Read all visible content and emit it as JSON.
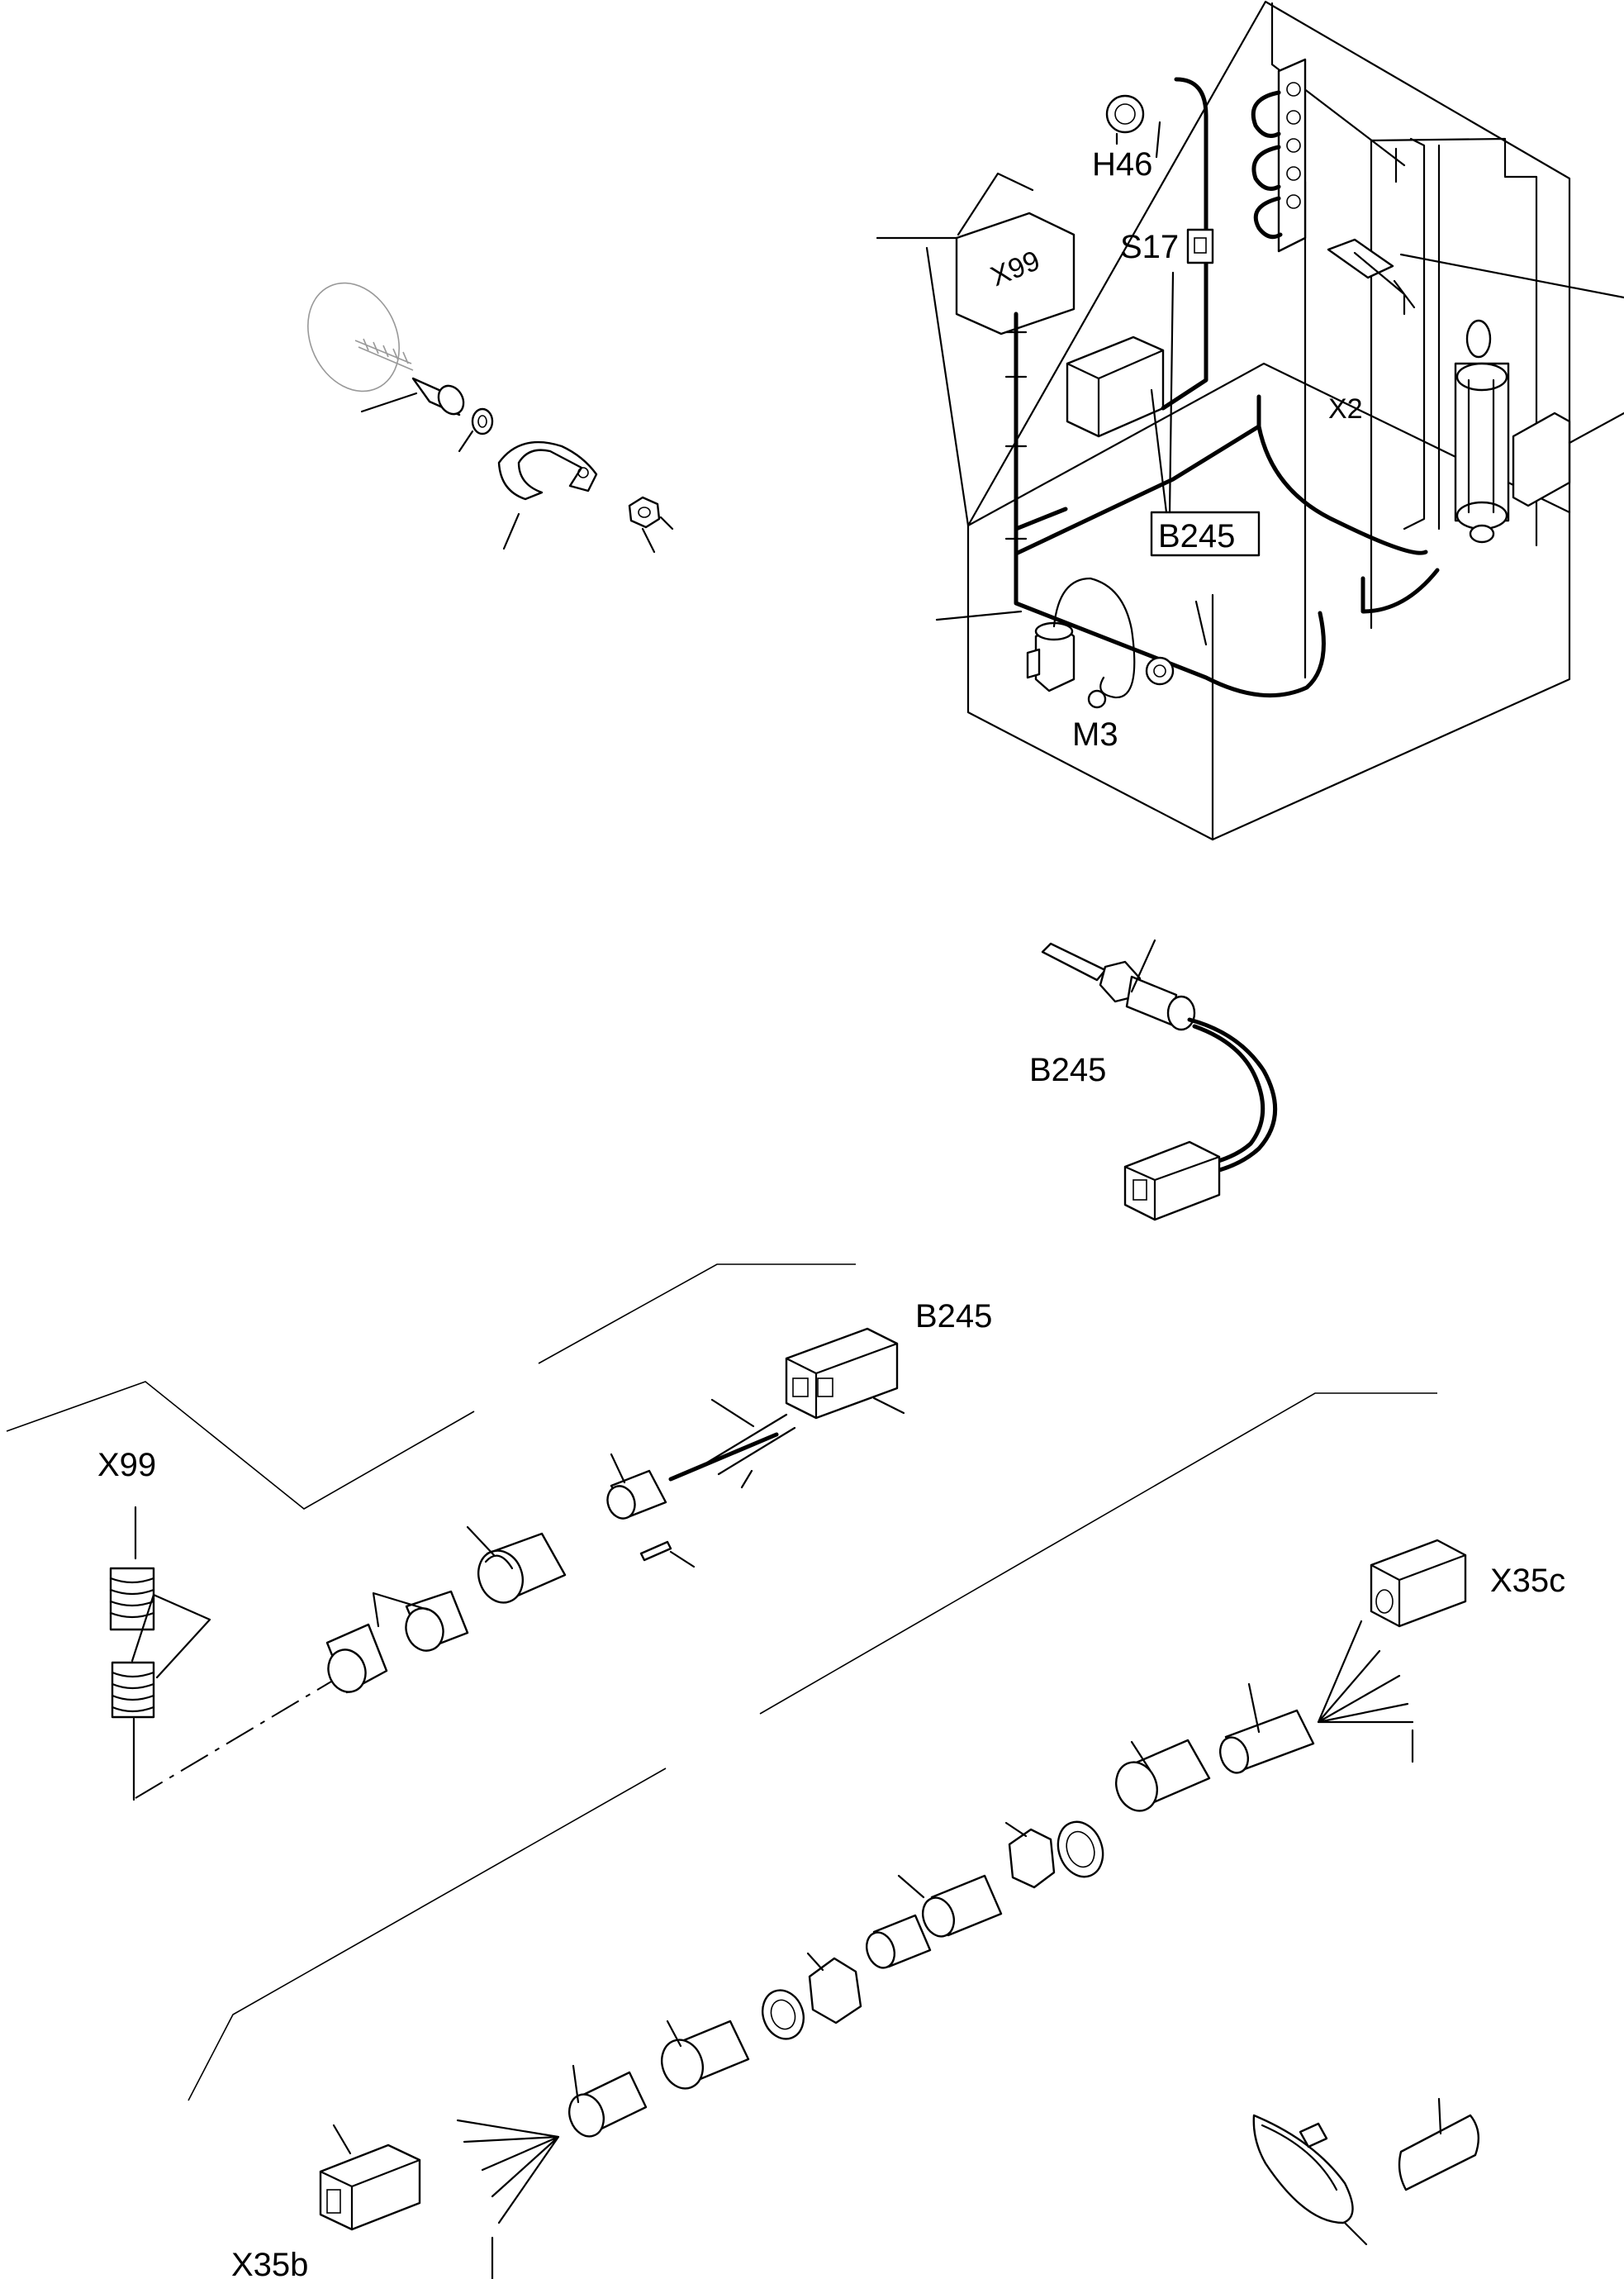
{
  "labels": {
    "x99_top": "X99",
    "h46": "H46",
    "s17": "S17",
    "x2": "X2",
    "b245_box": "B245",
    "m3": "M3",
    "b245_sensor": "B245",
    "b245_connector": "B245",
    "x99_left": "X99",
    "x35c": "X35c",
    "x35b": "X35b"
  }
}
